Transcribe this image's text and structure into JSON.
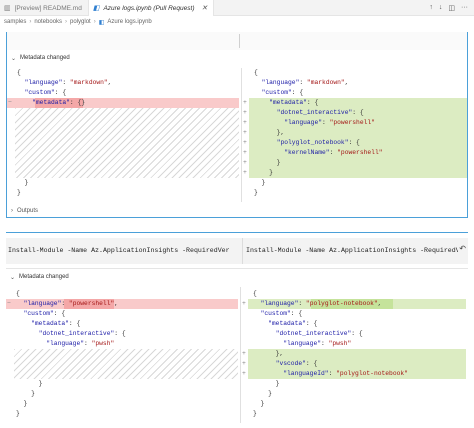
{
  "tabs": [
    {
      "label": "[Preview] README.md",
      "icon": "preview-icon",
      "active": false
    },
    {
      "label": "Azure logs.ipynb (Pull Request)",
      "icon": "notebook-icon",
      "active": true
    }
  ],
  "tab_actions": [
    "arrow-up-icon",
    "arrow-down-icon",
    "split-editor-icon",
    "more-actions-icon"
  ],
  "breadcrumbs": [
    "samples",
    "notebooks",
    "polyglot",
    "Azure logs.ipynb"
  ],
  "cell1": {
    "metadata_header": "Metadata changed",
    "outputs_label": "Outputs",
    "left_lines": [
      "{",
      "  \"language\": \"markdown\",",
      "  \"custom\": {",
      "    \"metadata\": {}",
      "",
      "",
      "",
      "",
      "",
      "",
      "",
      "  }",
      "}"
    ],
    "right_lines": [
      "{",
      "  \"language\": \"markdown\",",
      "  \"custom\": {",
      "    \"metadata\": {",
      "      \"dotnet_interactive\": {",
      "        \"language\": \"powershell\"",
      "      },",
      "      \"polyglot_notebook\": {",
      "        \"kernelName\": \"powershell\"",
      "      }",
      "    }",
      "  }",
      "}"
    ]
  },
  "cell2": {
    "code_left": "Install-Module -Name Az.ApplicationInsights -RequiredVer",
    "code_right": "Install-Module -Name Az.ApplicationInsights -RequiredVe",
    "metadata_header": "Metadata changed",
    "left_lines": [
      "{",
      "  \"language\": \"powershell\",",
      "  \"custom\": {",
      "    \"metadata\": {",
      "      \"dotnet_interactive\": {",
      "        \"language\": \"pwsh\"",
      "",
      "",
      "",
      "      }",
      "    }",
      "  }",
      "}"
    ],
    "right_lines": [
      "{",
      "  \"language\": \"polyglot-notebook\",",
      "  \"custom\": {",
      "    \"metadata\": {",
      "      \"dotnet_interactive\": {",
      "        \"language\": \"pwsh\"",
      "      },",
      "      \"vscode\": {",
      "        \"languageId\": \"polyglot-notebook\"",
      "      }",
      "    }",
      "  }",
      "}"
    ]
  },
  "colors": {
    "deleted_line": "#f9caca",
    "inserted_line": "#dcecc2",
    "focus_border": "#4ba0d9"
  }
}
